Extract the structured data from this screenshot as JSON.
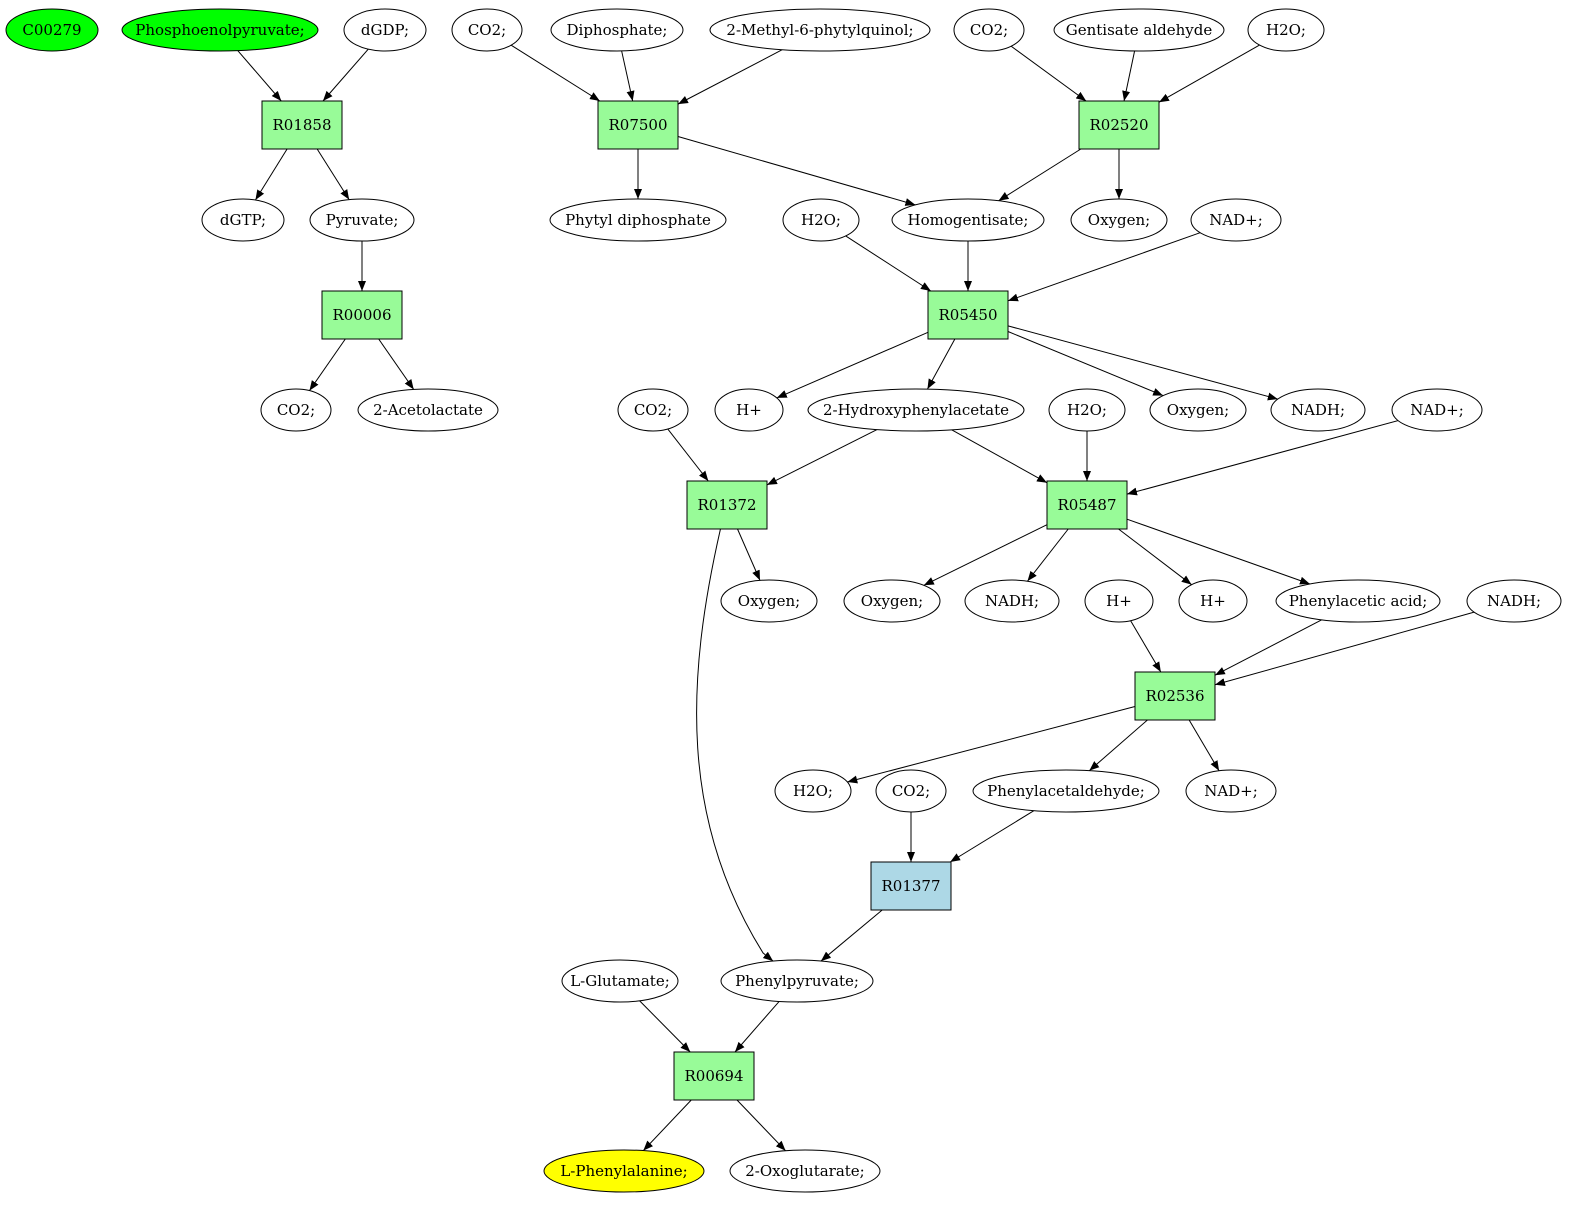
{
  "colors": {
    "reaction_default": "#98fb98",
    "reaction_alt": "#add8e6",
    "compound_default": "#ffffff",
    "compound_source": "#00ff00",
    "compound_target": "#ffff00",
    "stroke": "#000000"
  },
  "nodes": [
    {
      "id": "c_C00279",
      "label": "C00279",
      "kind": "compound",
      "fill": "#00ff00"
    },
    {
      "id": "c_pep",
      "label": "Phosphoenolpyruvate;",
      "kind": "compound",
      "fill": "#00ff00"
    },
    {
      "id": "c_dgdp",
      "label": "dGDP;",
      "kind": "compound"
    },
    {
      "id": "c_co2_a",
      "label": "CO2;",
      "kind": "compound"
    },
    {
      "id": "c_diphosphate",
      "label": "Diphosphate;",
      "kind": "compound"
    },
    {
      "id": "c_mpq",
      "label": "2-Methyl-6-phytylquinol;",
      "kind": "compound"
    },
    {
      "id": "c_co2_b",
      "label": "CO2;",
      "kind": "compound"
    },
    {
      "id": "c_gentald",
      "label": "Gentisate aldehyde",
      "kind": "compound"
    },
    {
      "id": "c_h2o_a",
      "label": "H2O;",
      "kind": "compound"
    },
    {
      "id": "r_R01858",
      "label": "R01858",
      "kind": "reaction"
    },
    {
      "id": "r_R07500",
      "label": "R07500",
      "kind": "reaction"
    },
    {
      "id": "r_R02520",
      "label": "R02520",
      "kind": "reaction"
    },
    {
      "id": "c_dgtp",
      "label": "dGTP;",
      "kind": "compound"
    },
    {
      "id": "c_pyruvate",
      "label": "Pyruvate;",
      "kind": "compound"
    },
    {
      "id": "c_phytyl",
      "label": "Phytyl diphosphate",
      "kind": "compound"
    },
    {
      "id": "c_h2o_b",
      "label": "H2O;",
      "kind": "compound"
    },
    {
      "id": "c_homogent",
      "label": "Homogentisate;",
      "kind": "compound"
    },
    {
      "id": "c_oxy_a",
      "label": "Oxygen;",
      "kind": "compound"
    },
    {
      "id": "c_nad_a",
      "label": "NAD+;",
      "kind": "compound"
    },
    {
      "id": "r_R00006",
      "label": "R00006",
      "kind": "reaction"
    },
    {
      "id": "r_R05450",
      "label": "R05450",
      "kind": "reaction"
    },
    {
      "id": "c_co2_c",
      "label": "CO2;",
      "kind": "compound"
    },
    {
      "id": "c_acetolac",
      "label": "2-Acetolactate",
      "kind": "compound"
    },
    {
      "id": "c_co2_d",
      "label": "CO2;",
      "kind": "compound"
    },
    {
      "id": "c_hplus_a",
      "label": "H+",
      "kind": "compound"
    },
    {
      "id": "c_2hpa",
      "label": "2-Hydroxyphenylacetate",
      "kind": "compound"
    },
    {
      "id": "c_h2o_c",
      "label": "H2O;",
      "kind": "compound"
    },
    {
      "id": "c_oxy_b",
      "label": "Oxygen;",
      "kind": "compound"
    },
    {
      "id": "c_nadh_a",
      "label": "NADH;",
      "kind": "compound"
    },
    {
      "id": "c_nad_b",
      "label": "NAD+;",
      "kind": "compound"
    },
    {
      "id": "r_R01372",
      "label": "R01372",
      "kind": "reaction"
    },
    {
      "id": "r_R05487",
      "label": "R05487",
      "kind": "reaction"
    },
    {
      "id": "c_oxy_c",
      "label": "Oxygen;",
      "kind": "compound"
    },
    {
      "id": "c_oxy_d",
      "label": "Oxygen;",
      "kind": "compound"
    },
    {
      "id": "c_nadh_b",
      "label": "NADH;",
      "kind": "compound"
    },
    {
      "id": "c_hplus_b",
      "label": "H+",
      "kind": "compound"
    },
    {
      "id": "c_hplus_c",
      "label": "H+",
      "kind": "compound"
    },
    {
      "id": "c_phacid",
      "label": "Phenylacetic acid;",
      "kind": "compound"
    },
    {
      "id": "c_nadh_c",
      "label": "NADH;",
      "kind": "compound"
    },
    {
      "id": "r_R02536",
      "label": "R02536",
      "kind": "reaction"
    },
    {
      "id": "c_h2o_d",
      "label": "H2O;",
      "kind": "compound"
    },
    {
      "id": "c_co2_e",
      "label": "CO2;",
      "kind": "compound"
    },
    {
      "id": "c_phald",
      "label": "Phenylacetaldehyde;",
      "kind": "compound"
    },
    {
      "id": "c_nad_c",
      "label": "NAD+;",
      "kind": "compound"
    },
    {
      "id": "r_R01377",
      "label": "R01377",
      "kind": "reaction",
      "fill": "#add8e6"
    },
    {
      "id": "c_glu",
      "label": "L-Glutamate;",
      "kind": "compound"
    },
    {
      "id": "c_phpyr",
      "label": "Phenylpyruvate;",
      "kind": "compound"
    },
    {
      "id": "r_R00694",
      "label": "R00694",
      "kind": "reaction"
    },
    {
      "id": "c_phe",
      "label": "L-Phenylalanine;",
      "kind": "compound",
      "fill": "#ffff00"
    },
    {
      "id": "c_2og",
      "label": "2-Oxoglutarate;",
      "kind": "compound"
    }
  ],
  "edges": [
    {
      "from": "c_pep",
      "to": "r_R01858"
    },
    {
      "from": "c_dgdp",
      "to": "r_R01858"
    },
    {
      "from": "c_co2_a",
      "to": "r_R07500"
    },
    {
      "from": "c_diphosphate",
      "to": "r_R07500"
    },
    {
      "from": "c_mpq",
      "to": "r_R07500"
    },
    {
      "from": "c_co2_b",
      "to": "r_R02520"
    },
    {
      "from": "c_gentald",
      "to": "r_R02520"
    },
    {
      "from": "c_h2o_a",
      "to": "r_R02520"
    },
    {
      "from": "r_R01858",
      "to": "c_dgtp"
    },
    {
      "from": "r_R01858",
      "to": "c_pyruvate"
    },
    {
      "from": "r_R07500",
      "to": "c_phytyl"
    },
    {
      "from": "r_R07500",
      "to": "c_homogent"
    },
    {
      "from": "r_R02520",
      "to": "c_homogent"
    },
    {
      "from": "r_R02520",
      "to": "c_oxy_a"
    },
    {
      "from": "c_pyruvate",
      "to": "r_R00006"
    },
    {
      "from": "c_h2o_b",
      "to": "r_R05450"
    },
    {
      "from": "c_homogent",
      "to": "r_R05450"
    },
    {
      "from": "c_nad_a",
      "to": "r_R05450"
    },
    {
      "from": "r_R00006",
      "to": "c_co2_c"
    },
    {
      "from": "r_R00006",
      "to": "c_acetolac"
    },
    {
      "from": "r_R05450",
      "to": "c_hplus_a"
    },
    {
      "from": "r_R05450",
      "to": "c_2hpa"
    },
    {
      "from": "r_R05450",
      "to": "c_oxy_b"
    },
    {
      "from": "r_R05450",
      "to": "c_nadh_a"
    },
    {
      "from": "c_co2_d",
      "to": "r_R01372"
    },
    {
      "from": "c_2hpa",
      "to": "r_R01372"
    },
    {
      "from": "c_2hpa",
      "to": "r_R05487"
    },
    {
      "from": "c_h2o_c",
      "to": "r_R05487"
    },
    {
      "from": "c_nad_b",
      "to": "r_R05487"
    },
    {
      "from": "r_R01372",
      "to": "c_oxy_c"
    },
    {
      "from": "r_R01372",
      "to": "c_phpyr",
      "curved": true
    },
    {
      "from": "r_R05487",
      "to": "c_oxy_d"
    },
    {
      "from": "r_R05487",
      "to": "c_nadh_b"
    },
    {
      "from": "r_R05487",
      "to": "c_hplus_c"
    },
    {
      "from": "r_R05487",
      "to": "c_phacid"
    },
    {
      "from": "c_hplus_b",
      "to": "r_R02536"
    },
    {
      "from": "c_phacid",
      "to": "r_R02536"
    },
    {
      "from": "c_nadh_c",
      "to": "r_R02536"
    },
    {
      "from": "r_R02536",
      "to": "c_h2o_d"
    },
    {
      "from": "r_R02536",
      "to": "c_phald"
    },
    {
      "from": "r_R02536",
      "to": "c_nad_c"
    },
    {
      "from": "c_co2_e",
      "to": "r_R01377"
    },
    {
      "from": "c_phald",
      "to": "r_R01377"
    },
    {
      "from": "r_R01377",
      "to": "c_phpyr"
    },
    {
      "from": "c_glu",
      "to": "r_R00694"
    },
    {
      "from": "c_phpyr",
      "to": "r_R00694"
    },
    {
      "from": "r_R00694",
      "to": "c_phe"
    },
    {
      "from": "r_R00694",
      "to": "c_2og"
    }
  ]
}
